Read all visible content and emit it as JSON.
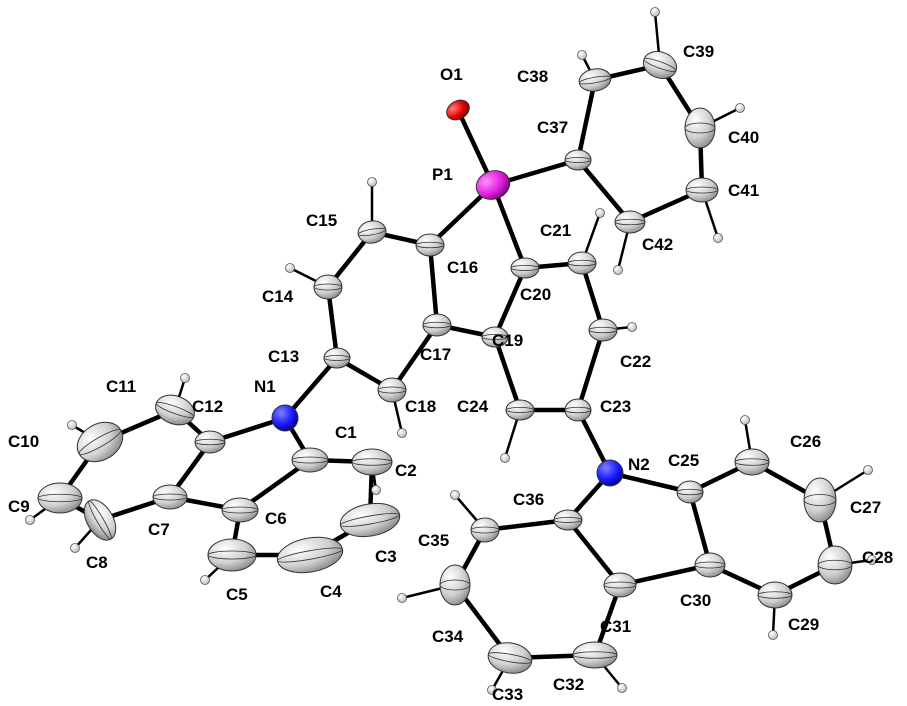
{
  "title": "ORTEP molecular structure",
  "colors": {
    "carbon": "#d8d8d8",
    "nitrogen": "#1a1aff",
    "phosphorus": "#e020e0",
    "oxygen": "#e00000",
    "hydrogen": "#ffffff",
    "bond": "#000000"
  },
  "atoms": [
    {
      "label": "O1",
      "element": "O"
    },
    {
      "label": "P1",
      "element": "P"
    },
    {
      "label": "N1",
      "element": "N"
    },
    {
      "label": "N2",
      "element": "N"
    },
    {
      "label": "C1",
      "element": "C"
    },
    {
      "label": "C2",
      "element": "C"
    },
    {
      "label": "C3",
      "element": "C"
    },
    {
      "label": "C4",
      "element": "C"
    },
    {
      "label": "C5",
      "element": "C"
    },
    {
      "label": "C6",
      "element": "C"
    },
    {
      "label": "C7",
      "element": "C"
    },
    {
      "label": "C8",
      "element": "C"
    },
    {
      "label": "C9",
      "element": "C"
    },
    {
      "label": "C10",
      "element": "C"
    },
    {
      "label": "C11",
      "element": "C"
    },
    {
      "label": "C12",
      "element": "C"
    },
    {
      "label": "C13",
      "element": "C"
    },
    {
      "label": "C14",
      "element": "C"
    },
    {
      "label": "C15",
      "element": "C"
    },
    {
      "label": "C16",
      "element": "C"
    },
    {
      "label": "C17",
      "element": "C"
    },
    {
      "label": "C18",
      "element": "C"
    },
    {
      "label": "C19",
      "element": "C"
    },
    {
      "label": "C20",
      "element": "C"
    },
    {
      "label": "C21",
      "element": "C"
    },
    {
      "label": "C22",
      "element": "C"
    },
    {
      "label": "C23",
      "element": "C"
    },
    {
      "label": "C24",
      "element": "C"
    },
    {
      "label": "C25",
      "element": "C"
    },
    {
      "label": "C26",
      "element": "C"
    },
    {
      "label": "C27",
      "element": "C"
    },
    {
      "label": "C28",
      "element": "C"
    },
    {
      "label": "C29",
      "element": "C"
    },
    {
      "label": "C30",
      "element": "C"
    },
    {
      "label": "C31",
      "element": "C"
    },
    {
      "label": "C32",
      "element": "C"
    },
    {
      "label": "C33",
      "element": "C"
    },
    {
      "label": "C34",
      "element": "C"
    },
    {
      "label": "C35",
      "element": "C"
    },
    {
      "label": "C36",
      "element": "C"
    },
    {
      "label": "C37",
      "element": "C"
    },
    {
      "label": "C38",
      "element": "C"
    },
    {
      "label": "C39",
      "element": "C"
    },
    {
      "label": "C40",
      "element": "C"
    },
    {
      "label": "C41",
      "element": "C"
    },
    {
      "label": "C42",
      "element": "C"
    }
  ],
  "bonds": [
    [
      "O1",
      "P1"
    ],
    [
      "P1",
      "C37"
    ],
    [
      "P1",
      "C16"
    ],
    [
      "P1",
      "C20"
    ],
    [
      "C37",
      "C38"
    ],
    [
      "C38",
      "C39"
    ],
    [
      "C39",
      "C40"
    ],
    [
      "C40",
      "C41"
    ],
    [
      "C41",
      "C42"
    ],
    [
      "C42",
      "C37"
    ],
    [
      "C16",
      "C15"
    ],
    [
      "C15",
      "C14"
    ],
    [
      "C14",
      "C13"
    ],
    [
      "C13",
      "C18"
    ],
    [
      "C18",
      "C17"
    ],
    [
      "C17",
      "C16"
    ],
    [
      "C17",
      "C19"
    ],
    [
      "C19",
      "C20"
    ],
    [
      "C20",
      "C21"
    ],
    [
      "C21",
      "C22"
    ],
    [
      "C22",
      "C23"
    ],
    [
      "C23",
      "C24"
    ],
    [
      "C24",
      "C19"
    ],
    [
      "C23",
      "N2"
    ],
    [
      "N2",
      "C25"
    ],
    [
      "N2",
      "C36"
    ],
    [
      "C25",
      "C26"
    ],
    [
      "C26",
      "C27"
    ],
    [
      "C27",
      "C28"
    ],
    [
      "C28",
      "C29"
    ],
    [
      "C29",
      "C30"
    ],
    [
      "C30",
      "C25"
    ],
    [
      "C30",
      "C31"
    ],
    [
      "C31",
      "C36"
    ],
    [
      "C31",
      "C32"
    ],
    [
      "C32",
      "C33"
    ],
    [
      "C33",
      "C34"
    ],
    [
      "C34",
      "C35"
    ],
    [
      "C35",
      "C36"
    ],
    [
      "C13",
      "N1"
    ],
    [
      "N1",
      "C12"
    ],
    [
      "N1",
      "C1"
    ],
    [
      "C12",
      "C11"
    ],
    [
      "C11",
      "C10"
    ],
    [
      "C10",
      "C9"
    ],
    [
      "C9",
      "C8"
    ],
    [
      "C8",
      "C7"
    ],
    [
      "C7",
      "C12"
    ],
    [
      "C7",
      "C6"
    ],
    [
      "C6",
      "C1"
    ],
    [
      "C1",
      "C2"
    ],
    [
      "C2",
      "C3"
    ],
    [
      "C3",
      "C4"
    ],
    [
      "C4",
      "C5"
    ],
    [
      "C5",
      "C6"
    ]
  ],
  "hydrogens_on": [
    "C38",
    "C39",
    "C40",
    "C41",
    "C42",
    "C21",
    "C15",
    "C14",
    "C22",
    "C24",
    "C18",
    "C11",
    "C10",
    "C9",
    "C8",
    "C5",
    "C2",
    "C26",
    "C27",
    "C28",
    "C29",
    "C32",
    "C33",
    "C34",
    "C35"
  ]
}
